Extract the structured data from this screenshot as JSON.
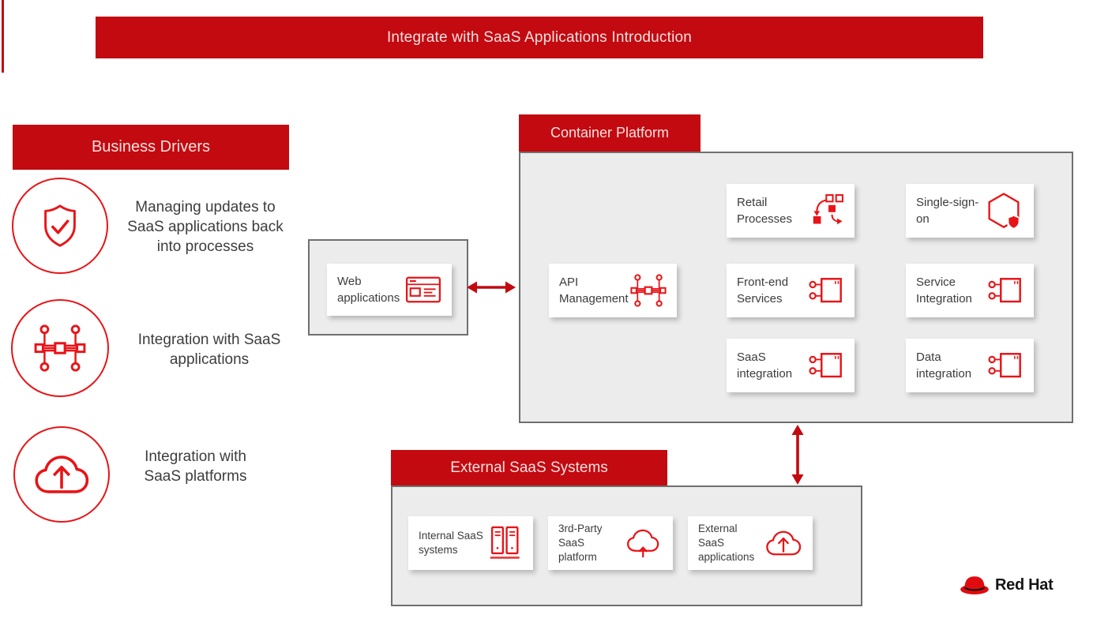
{
  "title_banner": "Integrate with SaaS Applications Introduction",
  "business_drivers": {
    "header": "Business Drivers",
    "items": [
      {
        "icon": "shield-check-icon",
        "text": "Managing updates to SaaS applications back into processes"
      },
      {
        "icon": "integration-network-icon",
        "text": "Integration with SaaS applications"
      },
      {
        "icon": "cloud-upload-icon",
        "text": "Integration with SaaS platforms"
      }
    ]
  },
  "web_applications": {
    "label": "Web applications",
    "icon": "browser-window-icon"
  },
  "container_platform": {
    "header": "Container Platform",
    "cards": [
      {
        "label": "Retail Processes",
        "icon": "process-automation-icon"
      },
      {
        "label": "Single-sign-on",
        "icon": "single-sign-on-hexagon-icon"
      },
      {
        "label": "API Management",
        "icon": "api-network-icon"
      },
      {
        "label": "Front-end Services",
        "icon": "microservice-container-icon"
      },
      {
        "label": "Service Integration",
        "icon": "microservice-container-icon"
      },
      {
        "label": "SaaS integration",
        "icon": "microservice-container-icon"
      },
      {
        "label": "Data integration",
        "icon": "microservice-container-icon"
      }
    ]
  },
  "external_saas_systems": {
    "header": "External SaaS Systems",
    "cards": [
      {
        "label": "Internal SaaS systems",
        "icon": "server-racks-icon"
      },
      {
        "label": "3rd-Party SaaS platform",
        "icon": "cloud-platform-icon"
      },
      {
        "label": "External SaaS applications",
        "icon": "cloud-upload-icon"
      }
    ]
  },
  "logo": {
    "brand": "Red Hat"
  },
  "colors": {
    "header_red": "#c20a10",
    "icon_red": "#e81417",
    "box_background": "#ececec",
    "box_border": "#6f6f6f",
    "text": "#3d3d3d"
  }
}
